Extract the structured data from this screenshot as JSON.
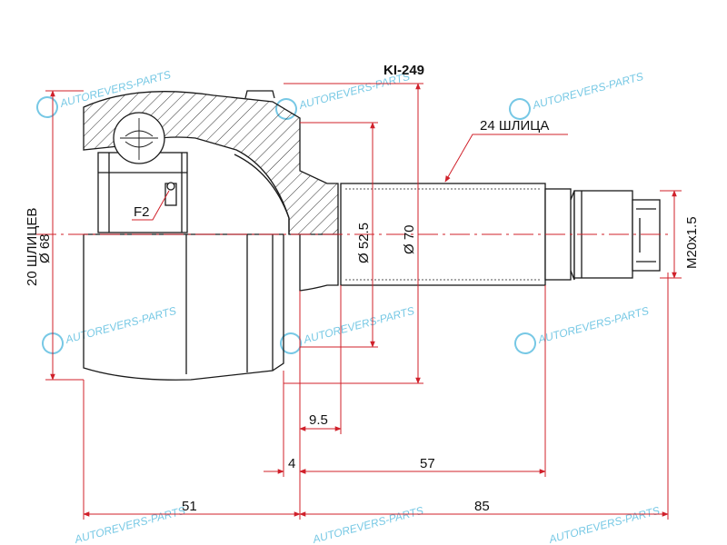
{
  "part_number": "KI-249",
  "labels": {
    "outer_splines": "24 ШЛИЦА",
    "inner_splines": "20 ШЛИЦЕВ",
    "inner_diameter": "Ø 68",
    "abs_ring": "F2",
    "thread": "M20x1.5"
  },
  "dimensions": {
    "shaft_diameter": "Ø 52.5",
    "body_diameter": "Ø 70",
    "shoulder_length": "9.5",
    "flange_width": "4",
    "shaft_length": "57",
    "housing_length": "51",
    "total_shaft_length": "85"
  },
  "watermark": "AUTOREVERS-PARTS",
  "colors": {
    "outline": "#1a1a1a",
    "dimension_line": "#d0202a",
    "watermark": "#49b6dc"
  }
}
